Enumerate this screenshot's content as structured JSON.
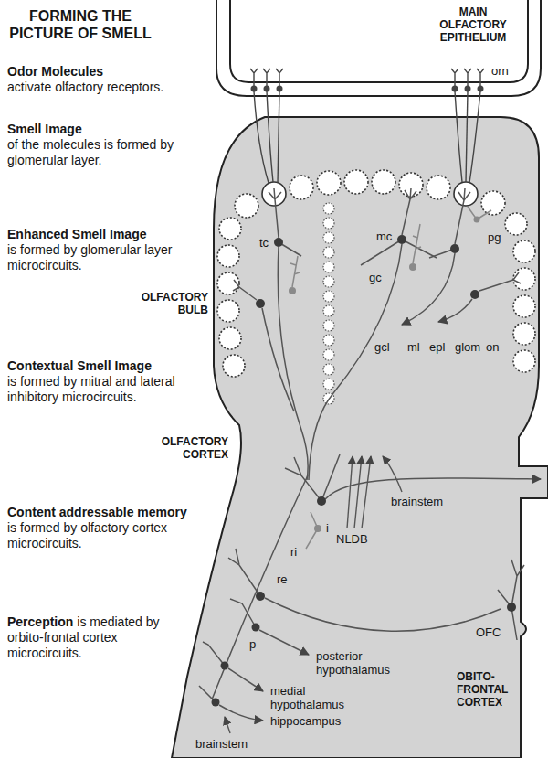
{
  "diagram": {
    "title": "FORMING THE PICTURE OF SMELL",
    "labels": [
      "Odor Molecules",
      "activate olfactory receptors.",
      "Smell Image",
      "of the molecules is formed by glomerular layer.",
      "Enhanced Smell Image",
      "is formed by glomerular layer microcircuits.",
      "Contextual Smell Image",
      "is formed by mitral and lateral inhibitory microcircuits.",
      "Content addressable memory",
      "is formed by olfactory cortex microcircuits.",
      "Perception",
      "is mediated by orbito-frontal cortex microcircuits.",
      "MAIN OLFACTORY EPITHELIUM",
      "orn",
      "OLFACTORY BULB",
      "tc",
      "mc",
      "pg",
      "gc",
      "gcl",
      "ml",
      "epl",
      "glom",
      "on",
      "OLFACTORY CORTEX",
      "NLDB",
      "brainstem",
      "i",
      "ri",
      "re",
      "p",
      "posterior hypothalamus",
      "medial hypothalamus",
      "hippocampus",
      "brainstem",
      "OFC",
      "OBITO-FRONTAL CORTEX"
    ]
  }
}
